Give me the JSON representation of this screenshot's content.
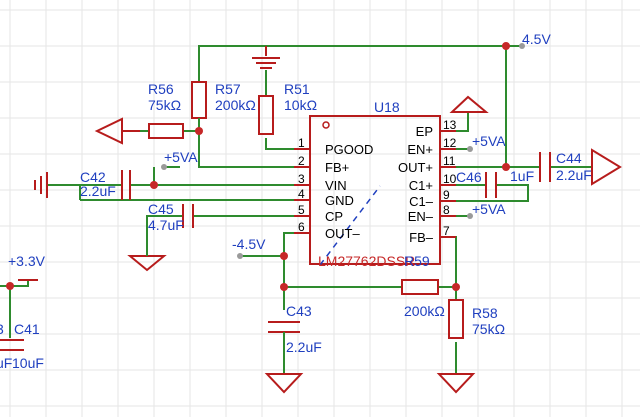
{
  "nets": {
    "v45_pos": "4.5V",
    "v5a_fb": "+5VA",
    "v5a_en": "+5VA",
    "v5a_bot": "+5VA",
    "v45_neg": "-4.5V",
    "v33": "+3.3V"
  },
  "components": {
    "r56": {
      "ref": "R56",
      "value": "75kΩ"
    },
    "r57": {
      "ref": "R57",
      "value": "200kΩ"
    },
    "r51": {
      "ref": "R51",
      "value": "10kΩ"
    },
    "u18": {
      "ref": "U18",
      "part": "LM27762DSSR"
    },
    "c42": {
      "ref": "C42",
      "value": "2.2uF"
    },
    "c45": {
      "ref": "C45",
      "value": "4.7uF"
    },
    "c46": {
      "ref": "C46",
      "value": "1uF"
    },
    "c44": {
      "ref": "C44",
      "value": "2.2uF"
    },
    "c43": {
      "ref": "C43",
      "value": "2.2uF"
    },
    "r59": {
      "ref": "R59",
      "value": "200kΩ"
    },
    "r58": {
      "ref": "R58",
      "value": "75kΩ"
    },
    "c41": {
      "ref": "C41",
      "value": "10uF"
    }
  },
  "pins_left": [
    {
      "num": "1",
      "name": "PGOOD"
    },
    {
      "num": "2",
      "name": "FB+"
    },
    {
      "num": "3",
      "name": "VIN"
    },
    {
      "num": "4",
      "name": "GND"
    },
    {
      "num": "5",
      "name": "CP"
    },
    {
      "num": "6",
      "name": "OUT–"
    }
  ],
  "pins_right": [
    {
      "num": "13",
      "name": "EP"
    },
    {
      "num": "12",
      "name": "EN+"
    },
    {
      "num": "11",
      "name": "OUT+"
    },
    {
      "num": "10",
      "name": "C1+"
    },
    {
      "num": "9",
      "name": "C1–"
    },
    {
      "num": "8",
      "name": "EN–"
    },
    {
      "num": "7",
      "name": "FB–"
    }
  ],
  "colors": {
    "wire": "#2e8b2e",
    "part": "#b71c1c",
    "label": "#1f3fbf",
    "grid": "#e6e6e6"
  }
}
